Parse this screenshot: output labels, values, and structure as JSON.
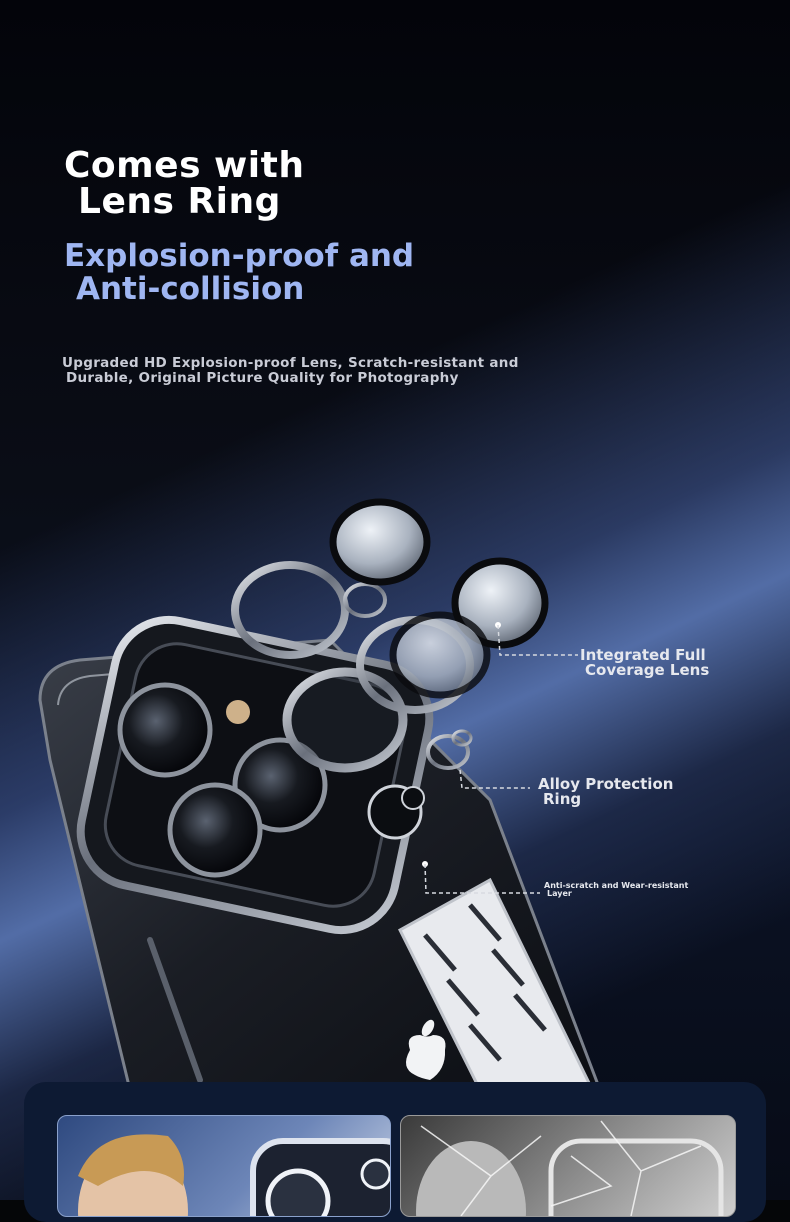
{
  "heading": {
    "line1": "Comes with",
    "line2": "Lens Ring"
  },
  "subheading": {
    "line1": "Explosion-proof and",
    "line2": "Anti-collision"
  },
  "description": {
    "line1": "Upgraded HD Explosion-proof Lens, Scratch-resistant and",
    "line2": "Durable, Original Picture Quality for Photography"
  },
  "callouts": {
    "lens": {
      "line1": "Integrated Full",
      "line2": "Coverage Lens"
    },
    "ring": {
      "line1": "Alloy Protection",
      "line2": "Ring"
    },
    "layer": {
      "line1": "Anti-scratch and Wear-resistant",
      "line2": "Layer"
    }
  },
  "colors": {
    "heading": "#ffffff",
    "subheading": "#9fb6f2",
    "description": "#c9ccd6",
    "light_beam": "#6f8dd0"
  },
  "icons": {
    "brand_logo": "apple-logo-icon"
  }
}
